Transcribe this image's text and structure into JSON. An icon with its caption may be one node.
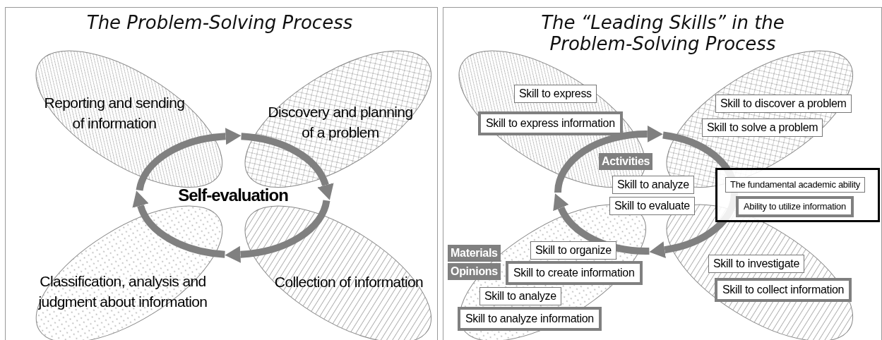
{
  "diagram": {
    "nodes": [
      {
        "text": [
          "The Problem-Solving Process"
        ]
      },
      {
        "text": [
          "Reporting and sending of information"
        ],
        "in": 0
      },
      {
        "text": [
          "Discovery and planning of a problem"
        ],
        "in": 0
      },
      {
        "text": [
          "Classification, analysis and judgment about information"
        ],
        "in": 0
      },
      {
        "text": [
          "Collection of information"
        ],
        "in": 0
      },
      {
        "text": [
          "Self-evaluation"
        ],
        "in": 0
      },
      {
        "text": [
          "The “Leading Skills” in the Problem-Solving Process"
        ]
      },
      {
        "text": [],
        "shape": "ellipse",
        "in": 6
      },
      {
        "text": [],
        "shape": "ellipse",
        "in": 6
      },
      {
        "text": [],
        "shape": "ellipse",
        "in": 6
      },
      {
        "text": [],
        "shape": "ellipse",
        "in": 6
      },
      {
        "text": [
          "Skill to express"
        ],
        "in": 7
      },
      {
        "text": [
          "Skill to express information"
        ],
        "in": 7
      },
      {
        "text": [
          "Skill to discover a problem"
        ],
        "in": 8
      },
      {
        "text": [
          "Skill to solve a problem"
        ],
        "in": 8
      },
      {
        "text": [
          "Activities"
        ],
        "in": 6
      },
      {
        "text": [
          "Skill to analyze"
        ],
        "in": 6
      },
      {
        "text": [],
        "shape": "box",
        "in": 6
      },
      {
        "text": [
          "The fundamental academic ability"
        ],
        "in": 17
      },
      {
        "text": [
          "Ability to utilize information"
        ],
        "in": 17
      },
      {
        "text": [
          "Skill to evaluate"
        ],
        "in": 6
      },
      {
        "text": [
          "Materials"
        ],
        "in": 6
      },
      {
        "text": [
          "Skill to organize"
        ],
        "in": 9
      },
      {
        "text": [
          "Opinions"
        ],
        "in": 6
      },
      {
        "text": [
          "Skill to create information"
        ],
        "in": 9
      },
      {
        "text": [
          "Skill to investigate"
        ],
        "in": 10
      },
      {
        "text": [
          "Skill to analyze"
        ],
        "in": 9
      },
      {
        "text": [
          "Skill to collect information"
        ],
        "in": 10
      },
      {
        "text": [
          "Skill to analyze information"
        ],
        "in": 9
      }
    ]
  }
}
